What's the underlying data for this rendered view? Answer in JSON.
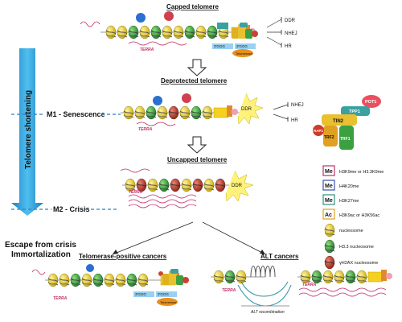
{
  "stages": {
    "capped": "Capped telomere",
    "deprotected": "Deprotected telomere",
    "uncapped": "Uncapped telomere",
    "telomerase_positive": "Telomerase-positive cancers",
    "alt": "ALT cancers"
  },
  "side": {
    "shortening": "Telomere shortening",
    "m1": "M1 - Senescence",
    "m2": "M2 - Crisis",
    "escape_line1": "Escape from crisis",
    "escape_line2": "Immortalization"
  },
  "responses": {
    "ddr": "DDR",
    "nhej": "NHEJ",
    "hr": "HR"
  },
  "labels": {
    "terra": "TERRA",
    "telomerase": "Telomerase",
    "repeat": "3'GGG",
    "alt_recombination": "ALT recombination"
  },
  "shelterin": {
    "pot1": "POT1",
    "tpp1": "TPP1",
    "tin2": "TIN2",
    "rap1": "RAP1",
    "trf2": "TRF2",
    "trf1": "TRF1"
  },
  "legend": [
    {
      "tag": "Me",
      "text": "H3K9me or H3.3K9me",
      "color": "#c0306a"
    },
    {
      "tag": "Me",
      "text": "H4K20me",
      "color": "#3a4fa8"
    },
    {
      "tag": "Me",
      "text": "H3K27me",
      "color": "#2e8f80"
    },
    {
      "tag": "Ac",
      "text": "H3K9ac or H3K56ac",
      "color": "#e0a020"
    }
  ],
  "nucleosomes": [
    {
      "text": "nucleosome",
      "color": "#d8c21e"
    },
    {
      "text": "H3.3 nucleosome",
      "color": "#2e9a3c"
    },
    {
      "text": "γH2AX nucleosome",
      "color": "#b03a2a"
    }
  ],
  "colors": {
    "arrow": "#2f9fdc",
    "terra": "#c0306a",
    "dna": "#9a9a9a",
    "dashed": "#2f7fc0",
    "starburst": "#fff27a"
  }
}
